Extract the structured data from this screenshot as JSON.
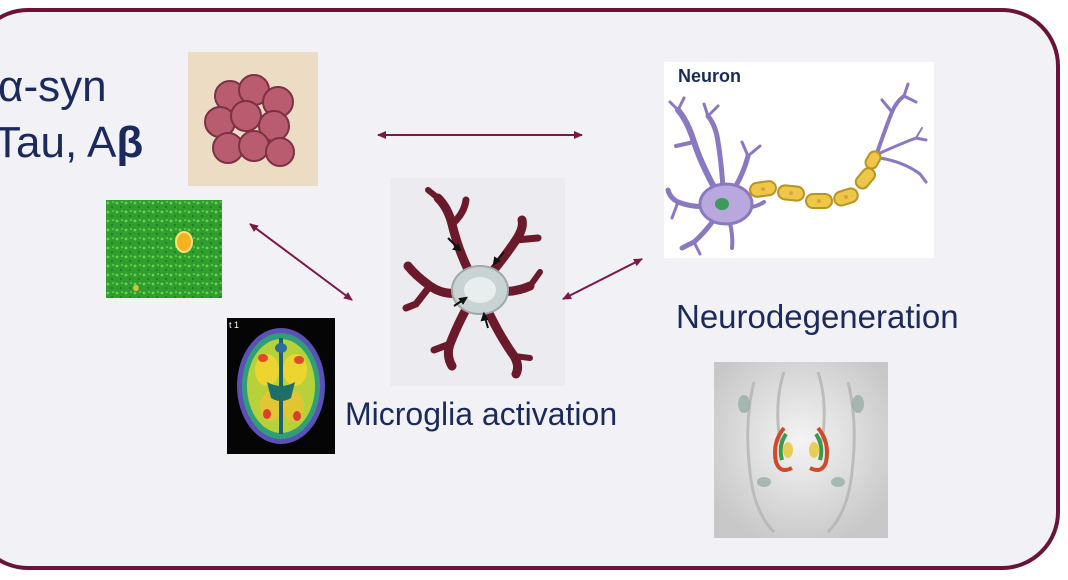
{
  "labels": {
    "protein_line1": "α-syn",
    "protein_line2_prefix": "Tau, A",
    "protein_line2_beta": "β",
    "microglia": "Microglia activation",
    "neurodegeneration": "Neurodegeneration",
    "neuron": "Neuron",
    "pet_corner": "t 1"
  },
  "colors": {
    "border": "#6b1238",
    "arrow": "#7a1848",
    "text": "#1b2a5c",
    "panel_bg": "#f1f1f6"
  }
}
